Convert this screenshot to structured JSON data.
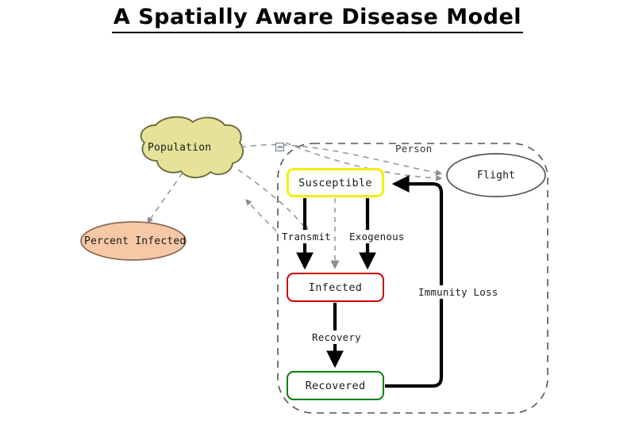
{
  "title": "A Spatially Aware Disease Model",
  "diagram": {
    "container": {
      "label": "Person",
      "collapse_icon": "minus-box-icon"
    },
    "nodes": [
      {
        "id": "population",
        "label": "Population",
        "shape": "cloud",
        "fill": "#e6e299",
        "stroke": "#6b6a3a"
      },
      {
        "id": "percent_infected",
        "label": "Percent Infected",
        "shape": "ellipse",
        "fill": "#f7c8a6",
        "stroke": "#8a6a55"
      },
      {
        "id": "susceptible",
        "label": "Susceptible",
        "shape": "box",
        "fill": "#ffffff",
        "stroke": "#f2f00a"
      },
      {
        "id": "infected",
        "label": "Infected",
        "shape": "box",
        "fill": "#ffffff",
        "stroke": "#cc0000"
      },
      {
        "id": "recovered",
        "label": "Recovered",
        "shape": "box",
        "fill": "#ffffff",
        "stroke": "#008000"
      },
      {
        "id": "flight",
        "label": "Flight",
        "shape": "ellipse",
        "fill": "#ffffff",
        "stroke": "#555555"
      }
    ],
    "edges": [
      {
        "id": "transmit",
        "label": "Transmit",
        "from": "susceptible",
        "to": "infected",
        "style": "solid",
        "color": "#000000"
      },
      {
        "id": "exogenous",
        "label": "Exogenous",
        "from": "susceptible",
        "to": "infected",
        "style": "solid",
        "color": "#000000"
      },
      {
        "id": "recovery",
        "label": "Recovery",
        "from": "infected",
        "to": "recovered",
        "style": "solid",
        "color": "#000000"
      },
      {
        "id": "immunity_loss",
        "label": "Immunity Loss",
        "from": "recovered",
        "to": "susceptible",
        "style": "solid",
        "color": "#000000"
      },
      {
        "id": "susceptible_infected_dep",
        "label": "",
        "from": "susceptible",
        "to": "infected",
        "style": "dashed",
        "color": "#999999"
      },
      {
        "id": "population_percent_dep",
        "label": "",
        "from": "population",
        "to": "percent_infected",
        "style": "dashed",
        "color": "#999999"
      },
      {
        "id": "population_flight_dep",
        "label": "",
        "from": "population",
        "to": "flight",
        "style": "dashed",
        "color": "#999999"
      },
      {
        "id": "population_transmit_dep",
        "label": "",
        "from": "population",
        "to": "transmit",
        "style": "dashed",
        "color": "#999999"
      },
      {
        "id": "infected_population_dep",
        "label": "",
        "from": "infected",
        "to": "population",
        "style": "dashed",
        "color": "#999999"
      },
      {
        "id": "person_flight_dep",
        "label": "",
        "from": "person",
        "to": "flight",
        "style": "dashed",
        "color": "#999999"
      }
    ]
  },
  "colors": {
    "background": "#ffffff",
    "title": "#000000",
    "dashed_edge": "#999999",
    "solid_edge": "#000000",
    "container_border": "#555555"
  }
}
